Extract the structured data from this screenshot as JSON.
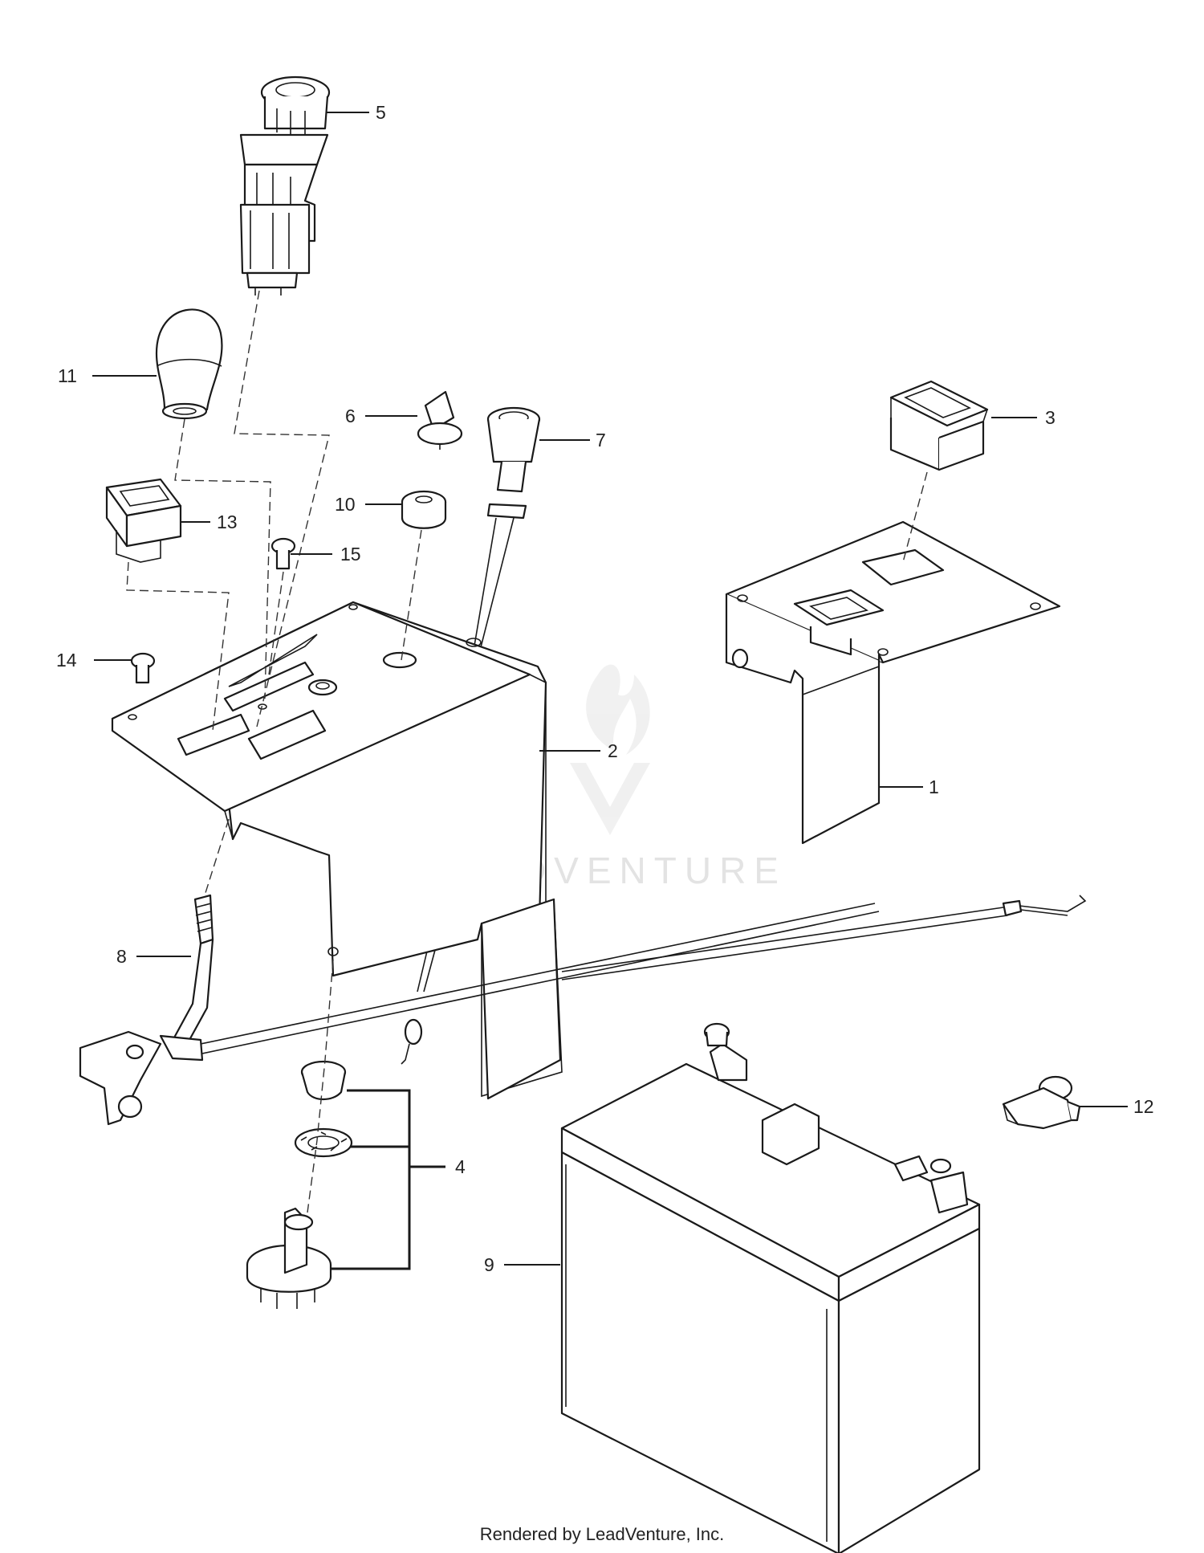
{
  "diagram": {
    "callouts": [
      {
        "id": "1",
        "label": "1"
      },
      {
        "id": "2",
        "label": "2"
      },
      {
        "id": "3",
        "label": "3"
      },
      {
        "id": "4",
        "label": "4"
      },
      {
        "id": "5",
        "label": "5"
      },
      {
        "id": "6",
        "label": "6"
      },
      {
        "id": "7",
        "label": "7"
      },
      {
        "id": "8",
        "label": "8"
      },
      {
        "id": "9",
        "label": "9"
      },
      {
        "id": "10",
        "label": "10"
      },
      {
        "id": "11",
        "label": "11"
      },
      {
        "id": "12",
        "label": "12"
      },
      {
        "id": "13",
        "label": "13"
      },
      {
        "id": "14",
        "label": "14"
      },
      {
        "id": "15",
        "label": "15"
      }
    ],
    "watermark": {
      "text": "LEADVENTURE",
      "icon": "flame-v-logo-icon"
    },
    "footer": "Rendered by LeadVenture, Inc."
  }
}
